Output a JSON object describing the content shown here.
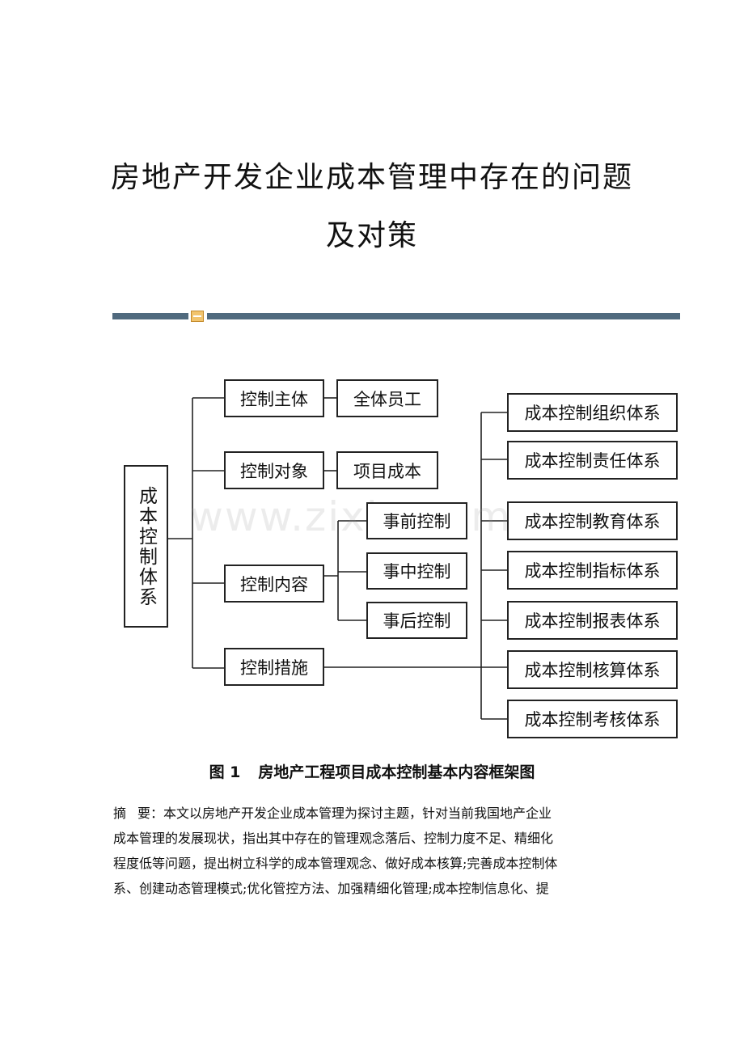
{
  "title": {
    "line1": "房地产开发企业成本管理中存在的问题",
    "line2": "及对策"
  },
  "diagram": {
    "root": "成本控制体系",
    "branches": [
      "控制主体",
      "控制对象",
      "控制内容",
      "控制措施"
    ],
    "subject_item": "全体员工",
    "object_item": "项目成本",
    "content_items": [
      "事前控制",
      "事中控制",
      "事后控制"
    ],
    "measure_items": [
      "成本控制组织体系",
      "成本控制责任体系",
      "成本控制教育体系",
      "成本控制指标体系",
      "成本控制报表体系",
      "成本控制核算体系",
      "成本控制考核体系"
    ]
  },
  "watermark": "www.zixin.com.cn",
  "figure": {
    "number": "图 1",
    "caption": "房地产工程项目成本控制基本内容框架图"
  },
  "abstract": {
    "label_1": "摘",
    "label_2": "要：",
    "lines": [
      "本文以房地产开发企业成本管理为探讨主题，针对当前我国地产企业",
      "成本管理的发展现状，指出其中存在的管理观念落后、控制力度不足、精细化",
      "程度低等问题，提出树立科学的成本管理观念、做好成本核算;完善成本控制体",
      "系、创建动态管理模式;优化管控方法、加强精细化管理;成本控制信息化、提"
    ]
  }
}
